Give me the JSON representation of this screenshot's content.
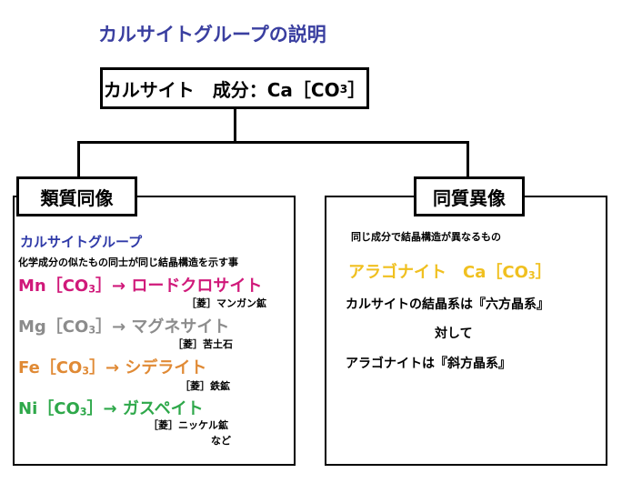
{
  "title": "カルサイトグループの説明",
  "root": {
    "label": "カルサイト　成分：Ca［CO",
    "sub": "3",
    "close": "］"
  },
  "left": {
    "header": "類質同像",
    "group_title": "カルサイトグループ",
    "description": "化学成分の似たもの同士が同じ結晶構造を示す事",
    "items": [
      {
        "formula": "Mn［CO",
        "sub": "3",
        "close": "］→ ロードクロサイト",
        "note": "［菱］マンガン鉱",
        "color": "#d0197a"
      },
      {
        "formula": "Mg［CO",
        "sub": "3",
        "close": "］→ マグネサイト",
        "note": "［菱］苦土石",
        "color": "#8c8c8c"
      },
      {
        "formula": "Fe［CO",
        "sub": "3",
        "close": "］→ シデライト",
        "note": "［菱］鉄鉱",
        "color": "#e08a35"
      },
      {
        "formula": "Ni［CO",
        "sub": "3",
        "close": "］→ ガスペイト",
        "note": "［菱］ニッケル鉱",
        "color": "#2ea84a"
      }
    ],
    "footer": "など"
  },
  "right": {
    "header": "同質異像",
    "description": "同じ成分で結晶構造が異なるもの",
    "aragonite": {
      "text": "アラゴナイト　Ca［CO",
      "sub": "3",
      "close": "］",
      "color": "#f0c020"
    },
    "line1": "カルサイトの結晶系は『六方晶系』",
    "line2": "対して",
    "line3": "アラゴナイトは『斜方晶系』"
  }
}
